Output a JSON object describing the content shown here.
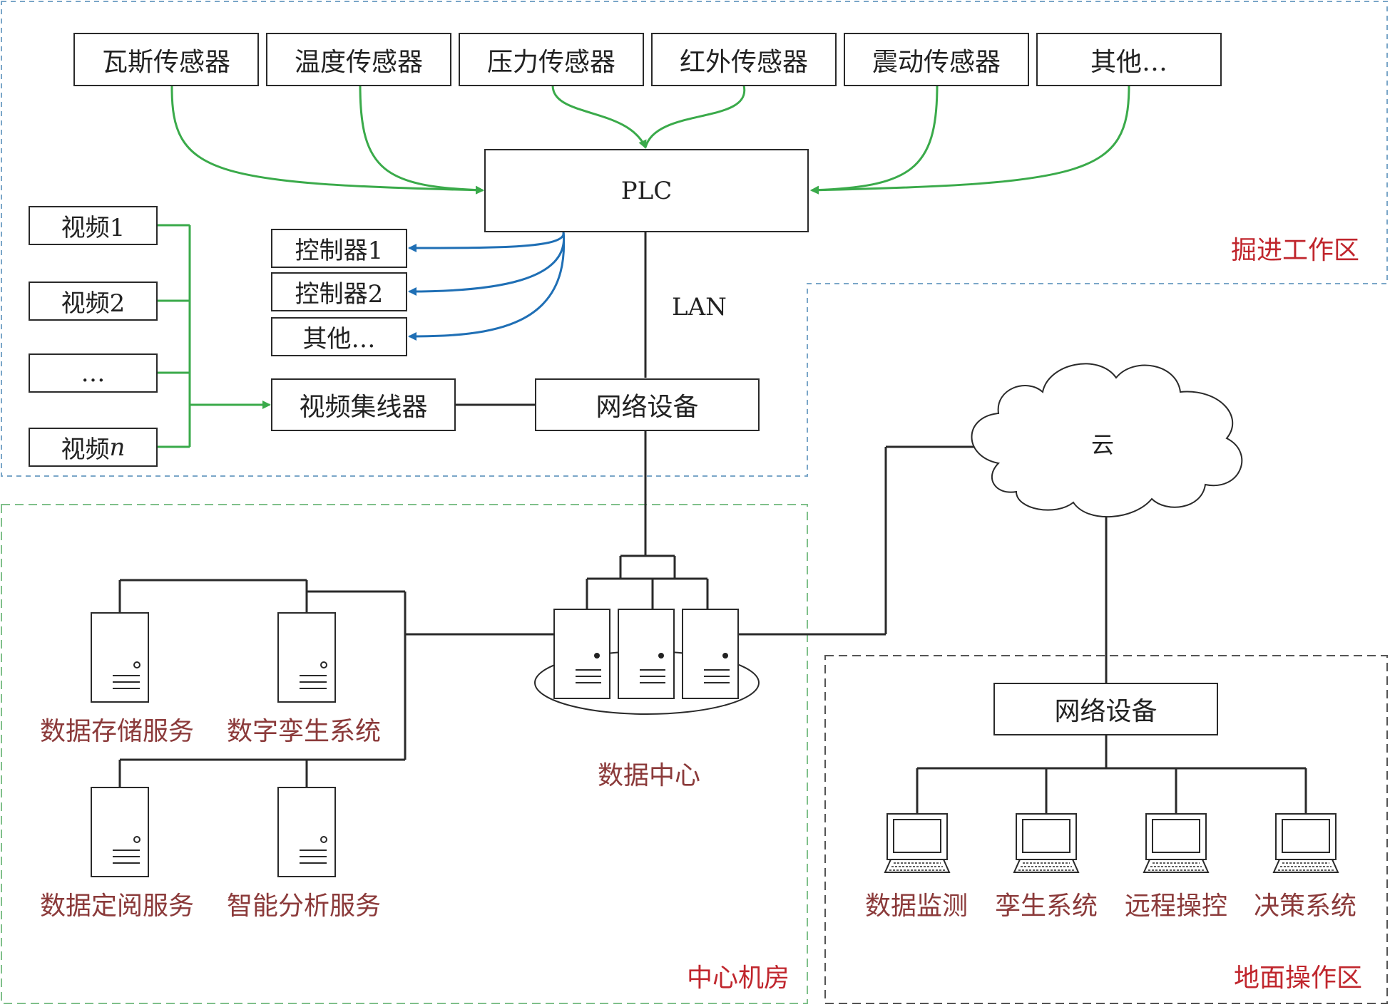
{
  "zones": {
    "excavation": "掘进工作区",
    "machine_room": "中心机房",
    "ground": "地面操作区"
  },
  "sensors": [
    "瓦斯传感器",
    "温度传感器",
    "压力传感器",
    "红外传感器",
    "震动传感器",
    "其他…"
  ],
  "plc": "PLC",
  "video_sources": {
    "v1": "视频1",
    "v2": "视频2",
    "dots": "…",
    "vn_prefix": "视频",
    "vn_suffix": "n"
  },
  "controllers": [
    "控制器1",
    "控制器2",
    "其他…"
  ],
  "video_hub": "视频集线器",
  "network_device_top": "网络设备",
  "lan": "LAN",
  "cloud": "云",
  "data_center": "数据中心",
  "services": [
    "数据存储服务",
    "数字孪生系统",
    "数据定阅服务",
    "智能分析服务"
  ],
  "network_device_ground": "网络设备",
  "terminals": [
    "数据监测",
    "孪生系统",
    "远程操控",
    "决策系统"
  ],
  "colors": {
    "sensor_link": "#3aaa4a",
    "controller_link": "#1f6fb5",
    "video_link": "#3aaa4a",
    "zone_excavation_border": "#7aa6c8",
    "zone_machine_border": "#7fc08a",
    "zone_ground_border": "#555555",
    "zone_label": "#c0262d",
    "service_label": "#8b3a3a"
  }
}
